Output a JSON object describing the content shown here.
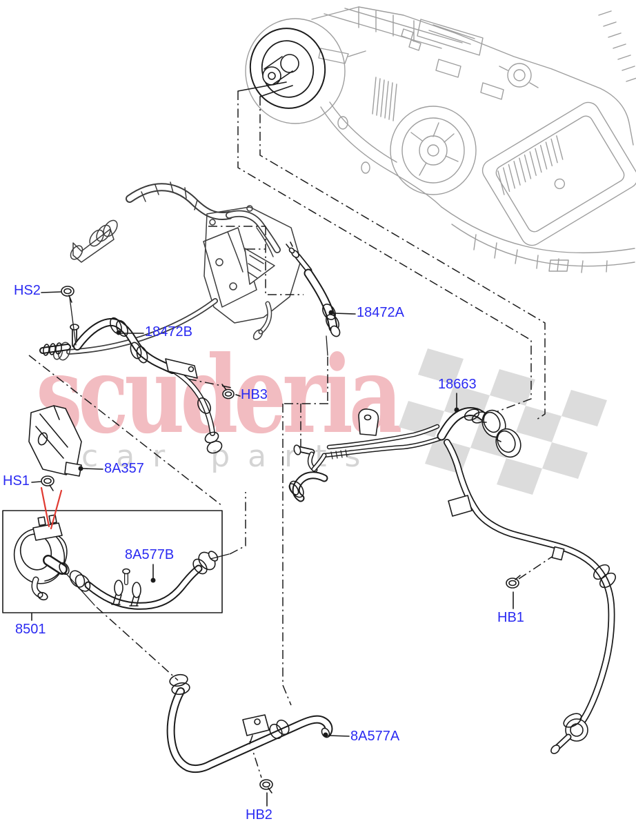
{
  "watermark": {
    "brand": "scuderia",
    "tagline": "car parts"
  },
  "labels": {
    "hs2": "HS2",
    "p18472b": "18472B",
    "p18472a": "18472A",
    "hb3": "HB3",
    "p18663": "18663",
    "p8a357": "8A357",
    "hs1": "HS1",
    "p8a577b": "8A577B",
    "p8501": "8501",
    "hb1": "HB1",
    "p8a577a": "8A577A",
    "hb2": "HB2"
  },
  "colors": {
    "label-blue": "#2a2af2",
    "watermark-pink": "#f2bcc1",
    "tagline-gray": "#d4d4d4",
    "flag-gray": "#dcdcdc",
    "line-black": "#1b1b1b",
    "hvac-gray": "#9e9e9e",
    "engine-gray": "#3c3c3c",
    "highlight-red": "#e03a31"
  }
}
